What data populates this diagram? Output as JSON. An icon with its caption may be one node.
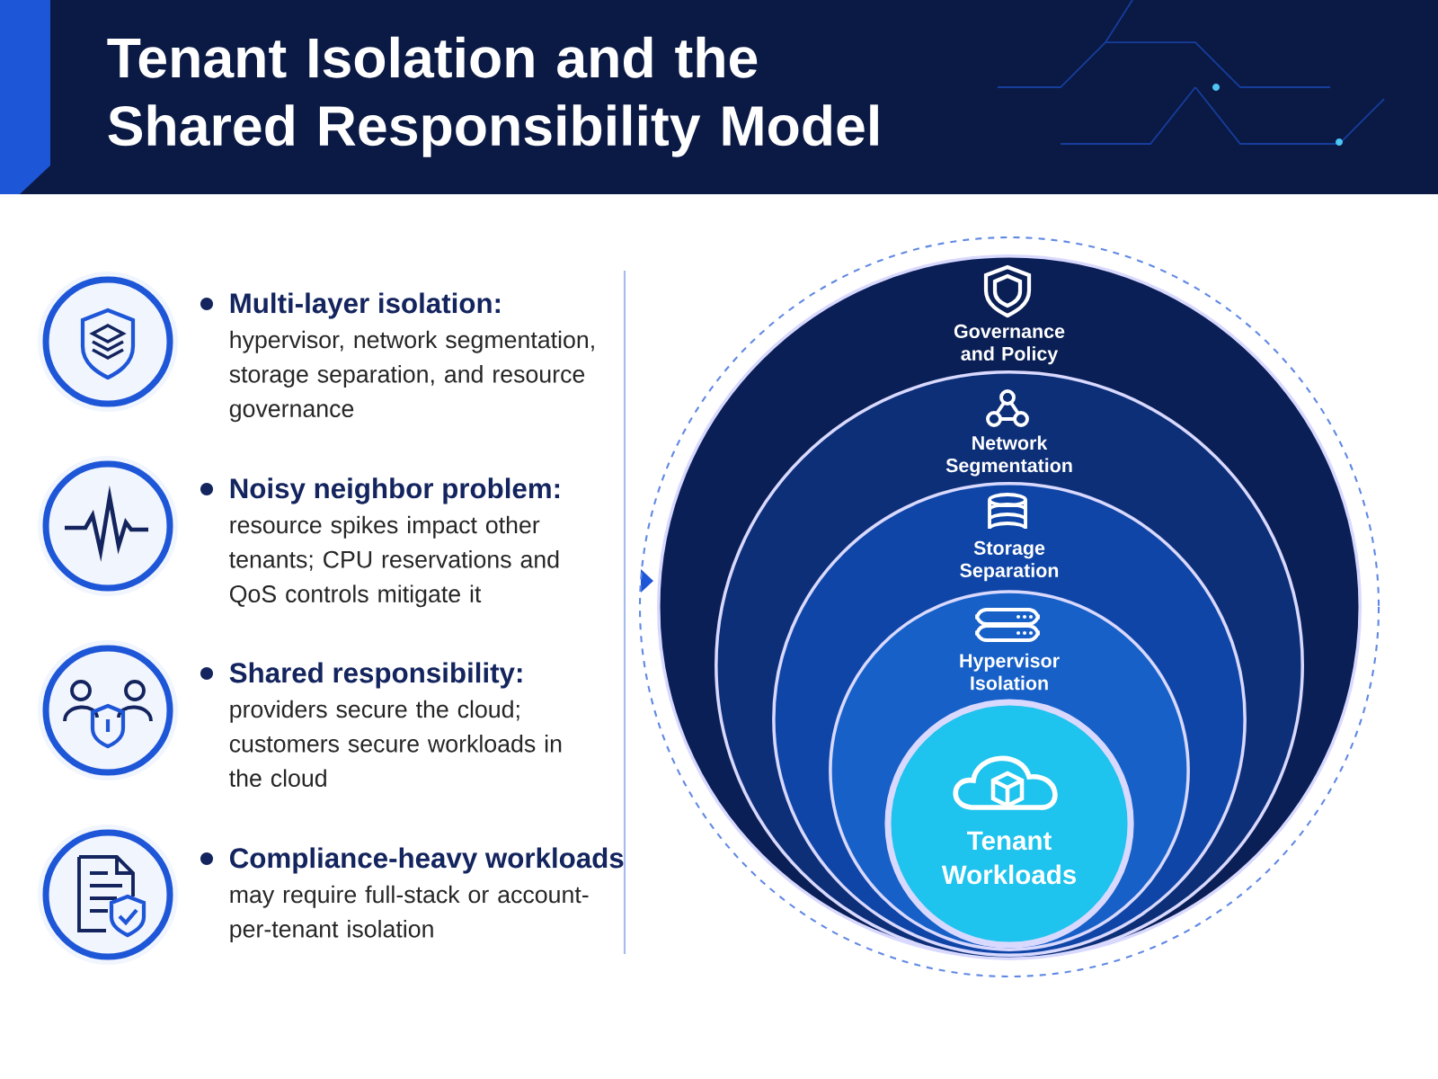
{
  "diagram": {
    "title": "Tenant Isolation and the Shared Responsibility Model",
    "nodes": [
      {
        "text": [
          "Governance and Policy"
        ]
      },
      {
        "text": [
          "Network Segmentation"
        ],
        "in": 0
      },
      {
        "text": [
          "Storage Separation"
        ],
        "in": 1
      },
      {
        "text": [
          "Hypervisor Isolation"
        ],
        "in": 2
      },
      {
        "text": [
          "Tenant Workloads"
        ],
        "in": 3
      }
    ],
    "labels": [
      "Multi-layer isolation:",
      "hypervisor, network segmentation, storage separation, and resource governance",
      "Noisy neighbor problem:",
      "resource spikes impact other tenants; CPU reservations and QoS controls mitigate it",
      "Shared responsibility:",
      "providers secure the cloud; customers secure workloads in the cloud",
      "Compliance-heavy workloads",
      "may require full-stack or account-per-tenant isolation"
    ]
  }
}
